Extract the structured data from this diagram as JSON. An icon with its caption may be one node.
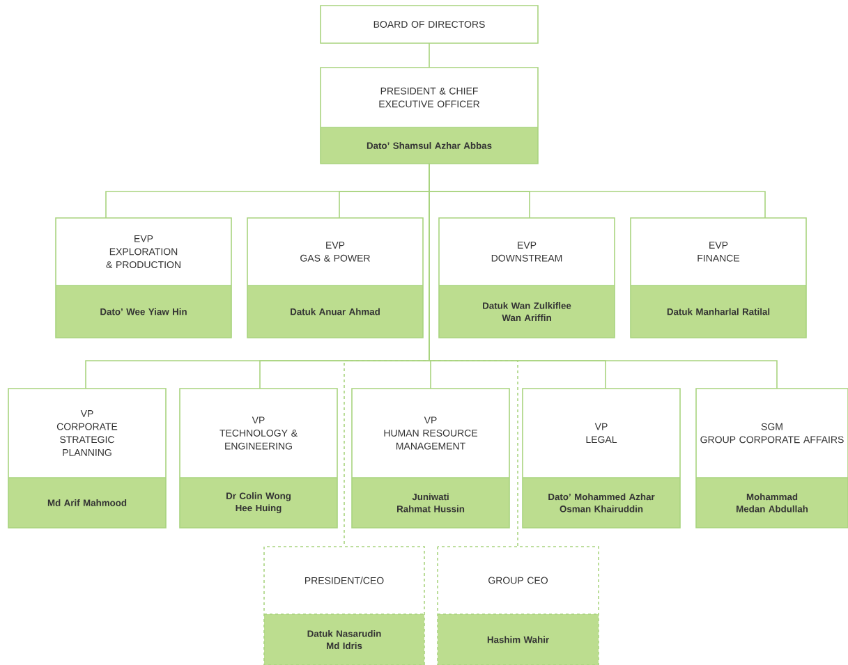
{
  "diagram": {
    "nodes": [
      {
        "text": [
          "BOARD OF DIRECTORS"
        ]
      },
      {
        "text": [
          "PRESIDENT & CHIEF EXECUTIVE OFFICER",
          "Dato’ Shamsul Azhar Abbas"
        ]
      },
      {
        "text": [
          "EVP",
          "EXPLORATION & PRODUCTION",
          "Dato’ Wee Yiaw Hin"
        ]
      },
      {
        "text": [
          "EVP",
          "GAS & POWER",
          "Datuk Anuar Ahmad"
        ]
      },
      {
        "text": [
          "EVP",
          "DOWNSTREAM",
          "Datuk Wan Zulkiflee Wan Ariffin"
        ]
      },
      {
        "text": [
          "EVP",
          "FINANCE",
          "Datuk Manharlal Ratilal"
        ]
      },
      {
        "text": [
          "VP",
          "CORPORATE STRATEGIC PLANNING",
          "Md Arif Mahmood"
        ]
      },
      {
        "text": [
          "VP",
          "TECHNOLOGY & ENGINEERING",
          "Dr Colin Wong Hee Huing"
        ]
      },
      {
        "text": [
          "VP",
          "HUMAN RESOURCE MANAGEMENT",
          "Juniwati Rahmat Hussin"
        ]
      },
      {
        "text": [
          "VP",
          "LEGAL",
          "Dato’ Mohammed Azhar Osman Khairuddin"
        ]
      },
      {
        "text": [
          "SGM",
          "GROUP CORPORATE AFFAIRS",
          "Mohammad Medan Abdullah"
        ]
      },
      {
        "text": [
          "PRESIDENT/CEO",
          "Datuk Nasarudin Md Idris"
        ]
      },
      {
        "text": [
          "GROUP CEO",
          "Hashim Wahir"
        ]
      }
    ],
    "edges": [
      {
        "from": 0,
        "to": 1,
        "arrow": "none"
      },
      {
        "from": 1,
        "to": 2,
        "arrow": "none"
      },
      {
        "from": 1,
        "to": 3,
        "arrow": "none"
      },
      {
        "from": 1,
        "to": 4,
        "arrow": "none"
      },
      {
        "from": 1,
        "to": 5,
        "arrow": "none"
      },
      {
        "from": 1,
        "to": 6,
        "arrow": "none"
      },
      {
        "from": 1,
        "to": 7,
        "arrow": "none"
      },
      {
        "from": 1,
        "to": 8,
        "arrow": "none"
      },
      {
        "from": 1,
        "to": 9,
        "arrow": "none"
      },
      {
        "from": 1,
        "to": 10,
        "arrow": "none"
      },
      {
        "from": 1,
        "to": 11,
        "arrow": "none",
        "style": "dashed"
      },
      {
        "from": 1,
        "to": 12,
        "arrow": "none",
        "style": "dashed"
      }
    ]
  }
}
